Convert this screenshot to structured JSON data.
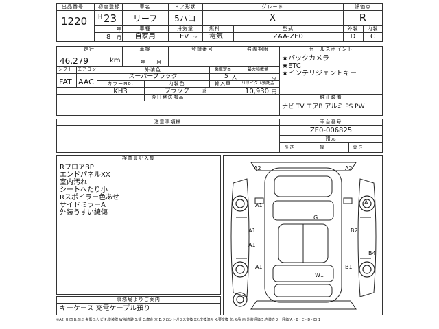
{
  "header": {
    "lot_label": "出品番号",
    "lot_no": "1220",
    "first_reg_label": "初度登録",
    "era": "H",
    "year": "23",
    "year_unit": "年",
    "month": "8",
    "month_unit": "月",
    "car_name_label": "車名",
    "car_name": "リーフ",
    "door_label": "ドア形状",
    "door": "5ハコ",
    "grade_label": "グレード",
    "grade": "X",
    "score_label": "評価点",
    "score": "R",
    "type_label": "車種",
    "type": "自家用",
    "disp_label": "排気量",
    "disp": "EV",
    "disp_unit": "cc",
    "fuel_label": "燃料",
    "fuel": "電気",
    "model_label": "型式",
    "model": "ZAA-ZE0",
    "ext_label": "外装",
    "int_label": "内装",
    "ext_score": "D",
    "int_score": "C"
  },
  "row2": {
    "mileage_label": "走行",
    "mileage": "46,279",
    "km": "km",
    "inspection_label": "車検",
    "nen": "年",
    "tsuki": "月",
    "reg_label": "登録番号",
    "transfer_label": "名義期限",
    "sales_label": "セールスポイント",
    "sales_points": [
      "★バックカメラ",
      "★ETC",
      "★インテリジェントキー"
    ]
  },
  "row3": {
    "shift_label": "シフト",
    "ac_label": "エアコン",
    "shift": "FAT",
    "ac": "AAC",
    "color_label": "外装色",
    "color": "スーパーブラック",
    "cap_label": "乗車定員",
    "cap": "5",
    "cap_unit": "人",
    "load_label": "最大積載量",
    "load_unit": "kg",
    "color_no_label": "カラーNo.",
    "color_no": "KH3",
    "int_color_label": "内装色",
    "int_color": "ブラック",
    "int_color_unit": "系",
    "import_label": "輸入車",
    "recycle_label": "リサイクル預託金",
    "recycle": "10,930",
    "yen": "円",
    "eq_label": "純正装備",
    "equipment": "ナビ TV エアB アルミ PS PW",
    "later_label": "後日発送部品"
  },
  "notes": {
    "note_label": "注意事項欄",
    "frame_label": "車台番号",
    "frame_no": "ZE0-006825",
    "dims_label": "諸元",
    "len": "長さ",
    "wid": "幅",
    "hei": "高さ"
  },
  "inspector": {
    "label": "検査員記入欄",
    "lines": [
      "RフロアBP",
      "エンドパネルXX",
      "室内汚れ",
      "シートへたり小",
      "Rスポイラー色あせ",
      "サイドミラーA",
      "外装うすい線傷"
    ]
  },
  "office": {
    "label": "事務局よりご案内",
    "text": "キーケース 充電ケーブル預り"
  },
  "damage_marks": [
    "A2",
    "A2",
    "A",
    "A1",
    "G",
    "A1",
    "B2",
    "A1",
    "B4",
    "A1",
    "B1",
    "W1"
  ],
  "legend": "※A2' U:凹 B:凹ミ 失傷 S:サビ P:塗装膜 W:補修跡 S:錆 C:腐食 穴 E:フロントガラス交換 XX:交換済み X:要交換 欠:欠品 内:外装評価 5:内装カラー評価(A・B・C・D・E) 1"
}
